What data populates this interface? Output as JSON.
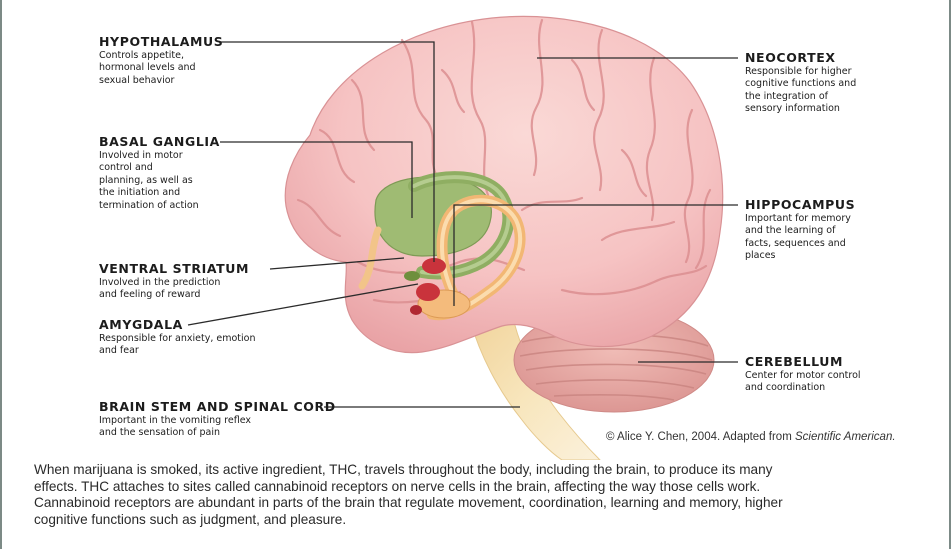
{
  "labels": [
    {
      "key": "hypothalamus",
      "title": "HYPOTHALAMUS",
      "desc": "Controls appetite,\nhormonal levels and\nsexual behavior"
    },
    {
      "key": "basal_ganglia",
      "title": "BASAL GANGLIA",
      "desc": "Involved in motor\ncontrol and\nplanning, as well as\nthe initiation and\ntermination of action"
    },
    {
      "key": "ventral_striatum",
      "title": "VENTRAL STRIATUM",
      "desc": "Involved in the prediction\nand feeling of reward"
    },
    {
      "key": "amygdala",
      "title": "AMYGDALA",
      "desc": "Responsible for anxiety, emotion\nand fear"
    },
    {
      "key": "brain_stem",
      "title": "BRAIN STEM AND SPINAL CORD",
      "desc": "Important in the vomiting reflex\nand the sensation of pain"
    },
    {
      "key": "neocortex",
      "title": "NEOCORTEX",
      "desc": "Responsible for higher\ncognitive functions and\nthe integration of\nsensory information"
    },
    {
      "key": "hippocampus",
      "title": "HIPPOCAMPUS",
      "desc": "Important for memory\nand the learning of\nfacts, sequences and\nplaces"
    },
    {
      "key": "cerebellum",
      "title": "CEREBELLUM",
      "desc": "Center for motor control\nand coordination"
    }
  ],
  "credit": {
    "text": "© Alice Y. Chen, 2004. Adapted from ",
    "source": "Scientific American."
  },
  "caption": [
    "When marijuana is smoked, its active ingredient, THC, travels throughout the body, including the brain, to produce its many",
    "effects. THC attaches to sites called cannabinoid receptors on nerve cells in the brain, affecting the way those cells work.",
    "Cannabinoid receptors are abundant in parts of the brain that regulate movement, coordination, learning and memory, higher",
    "cognitive functions such as judgment, and pleasure."
  ],
  "colors": {
    "brain_fill": "#f6c3c3",
    "brain_fold": "#dc8f91",
    "cerebellum": "#e7a9a5",
    "brain_stem": "#f7e2b4",
    "basal_ganglia": "#9fbb73",
    "hippocampus": "#f6c68a",
    "amygdala": "#c9333c",
    "leader_line": "#2b2b2b"
  }
}
